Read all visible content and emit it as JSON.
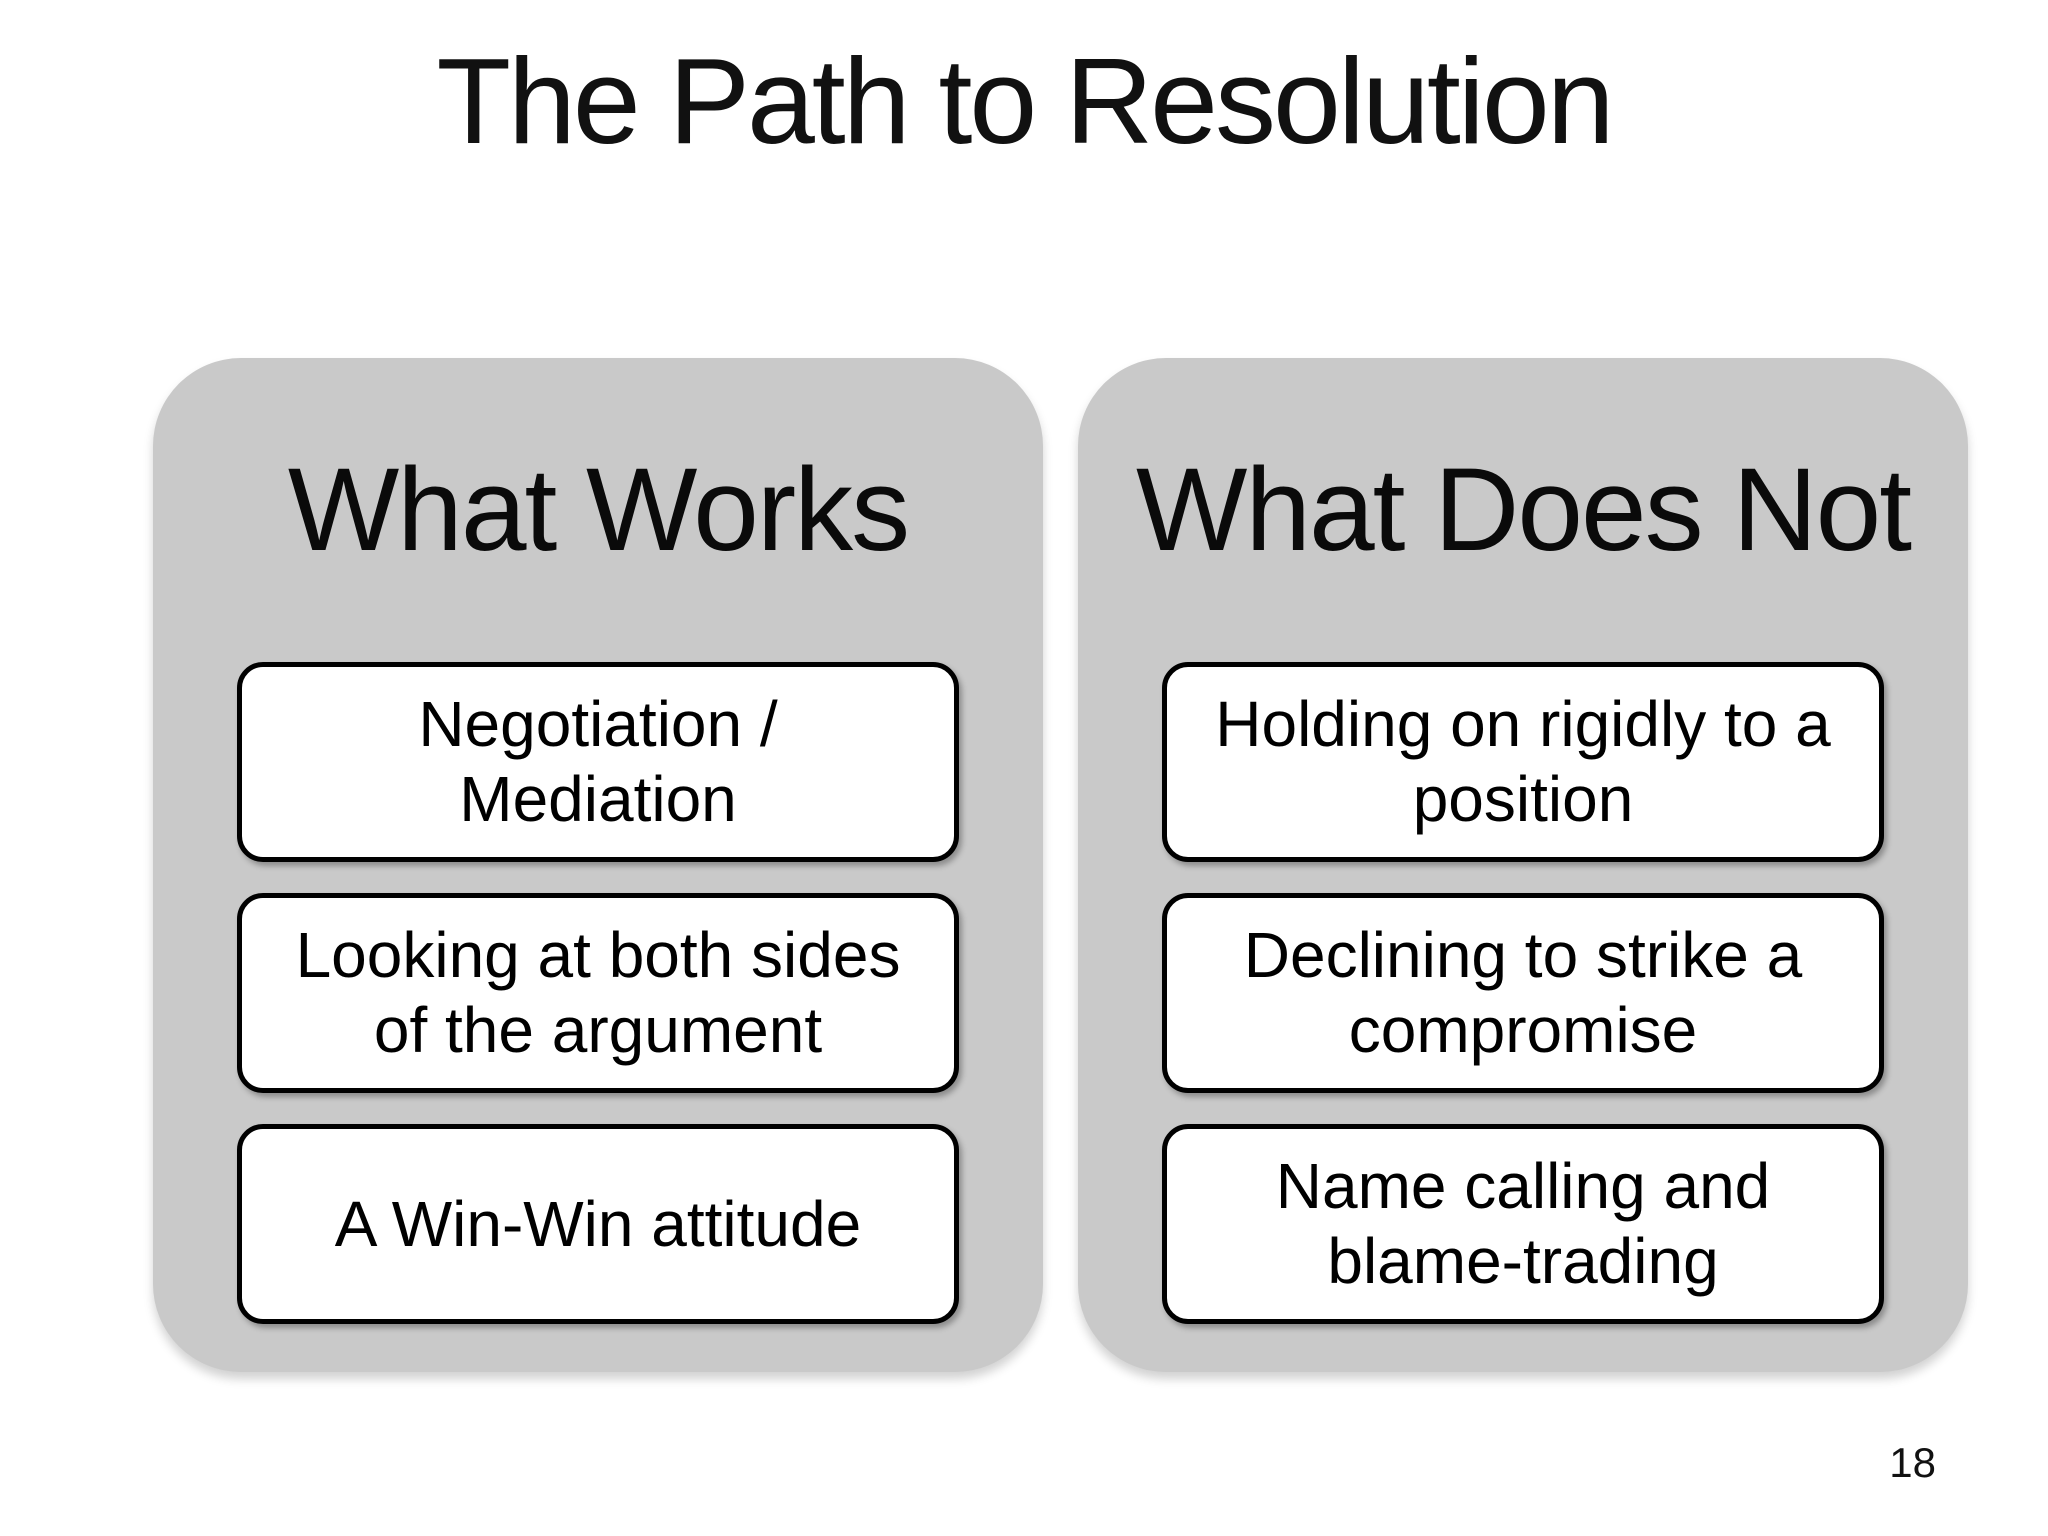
{
  "title": "The Path to Resolution",
  "page_number": "18",
  "colors": {
    "background": "#ffffff",
    "panel_gray": "#c9c9c9",
    "box_background": "#ffffff",
    "box_border": "#000000",
    "text": "#000000"
  },
  "columns": [
    {
      "heading": "What Works",
      "boxes": [
        {
          "text": "Negotiation / Mediation",
          "lines": [
            "Negotiation /",
            "Mediation"
          ]
        },
        {
          "text": "Looking at both sides of the argument",
          "lines": [
            "Looking at both sides",
            "of the argument"
          ]
        },
        {
          "text": "A Win-Win attitude",
          "lines": [
            "A Win-Win attitude"
          ]
        }
      ]
    },
    {
      "heading": "What Does Not",
      "boxes": [
        {
          "text": "Holding on rigidly to a position",
          "lines": [
            "Holding on rigidly to a",
            "position"
          ]
        },
        {
          "text": "Declining to strike a compromise",
          "lines": [
            "Declining to strike a",
            "compromise"
          ]
        },
        {
          "text": "Name calling and blame-trading",
          "lines": [
            "Name calling and",
            "blame-trading"
          ]
        }
      ]
    }
  ]
}
